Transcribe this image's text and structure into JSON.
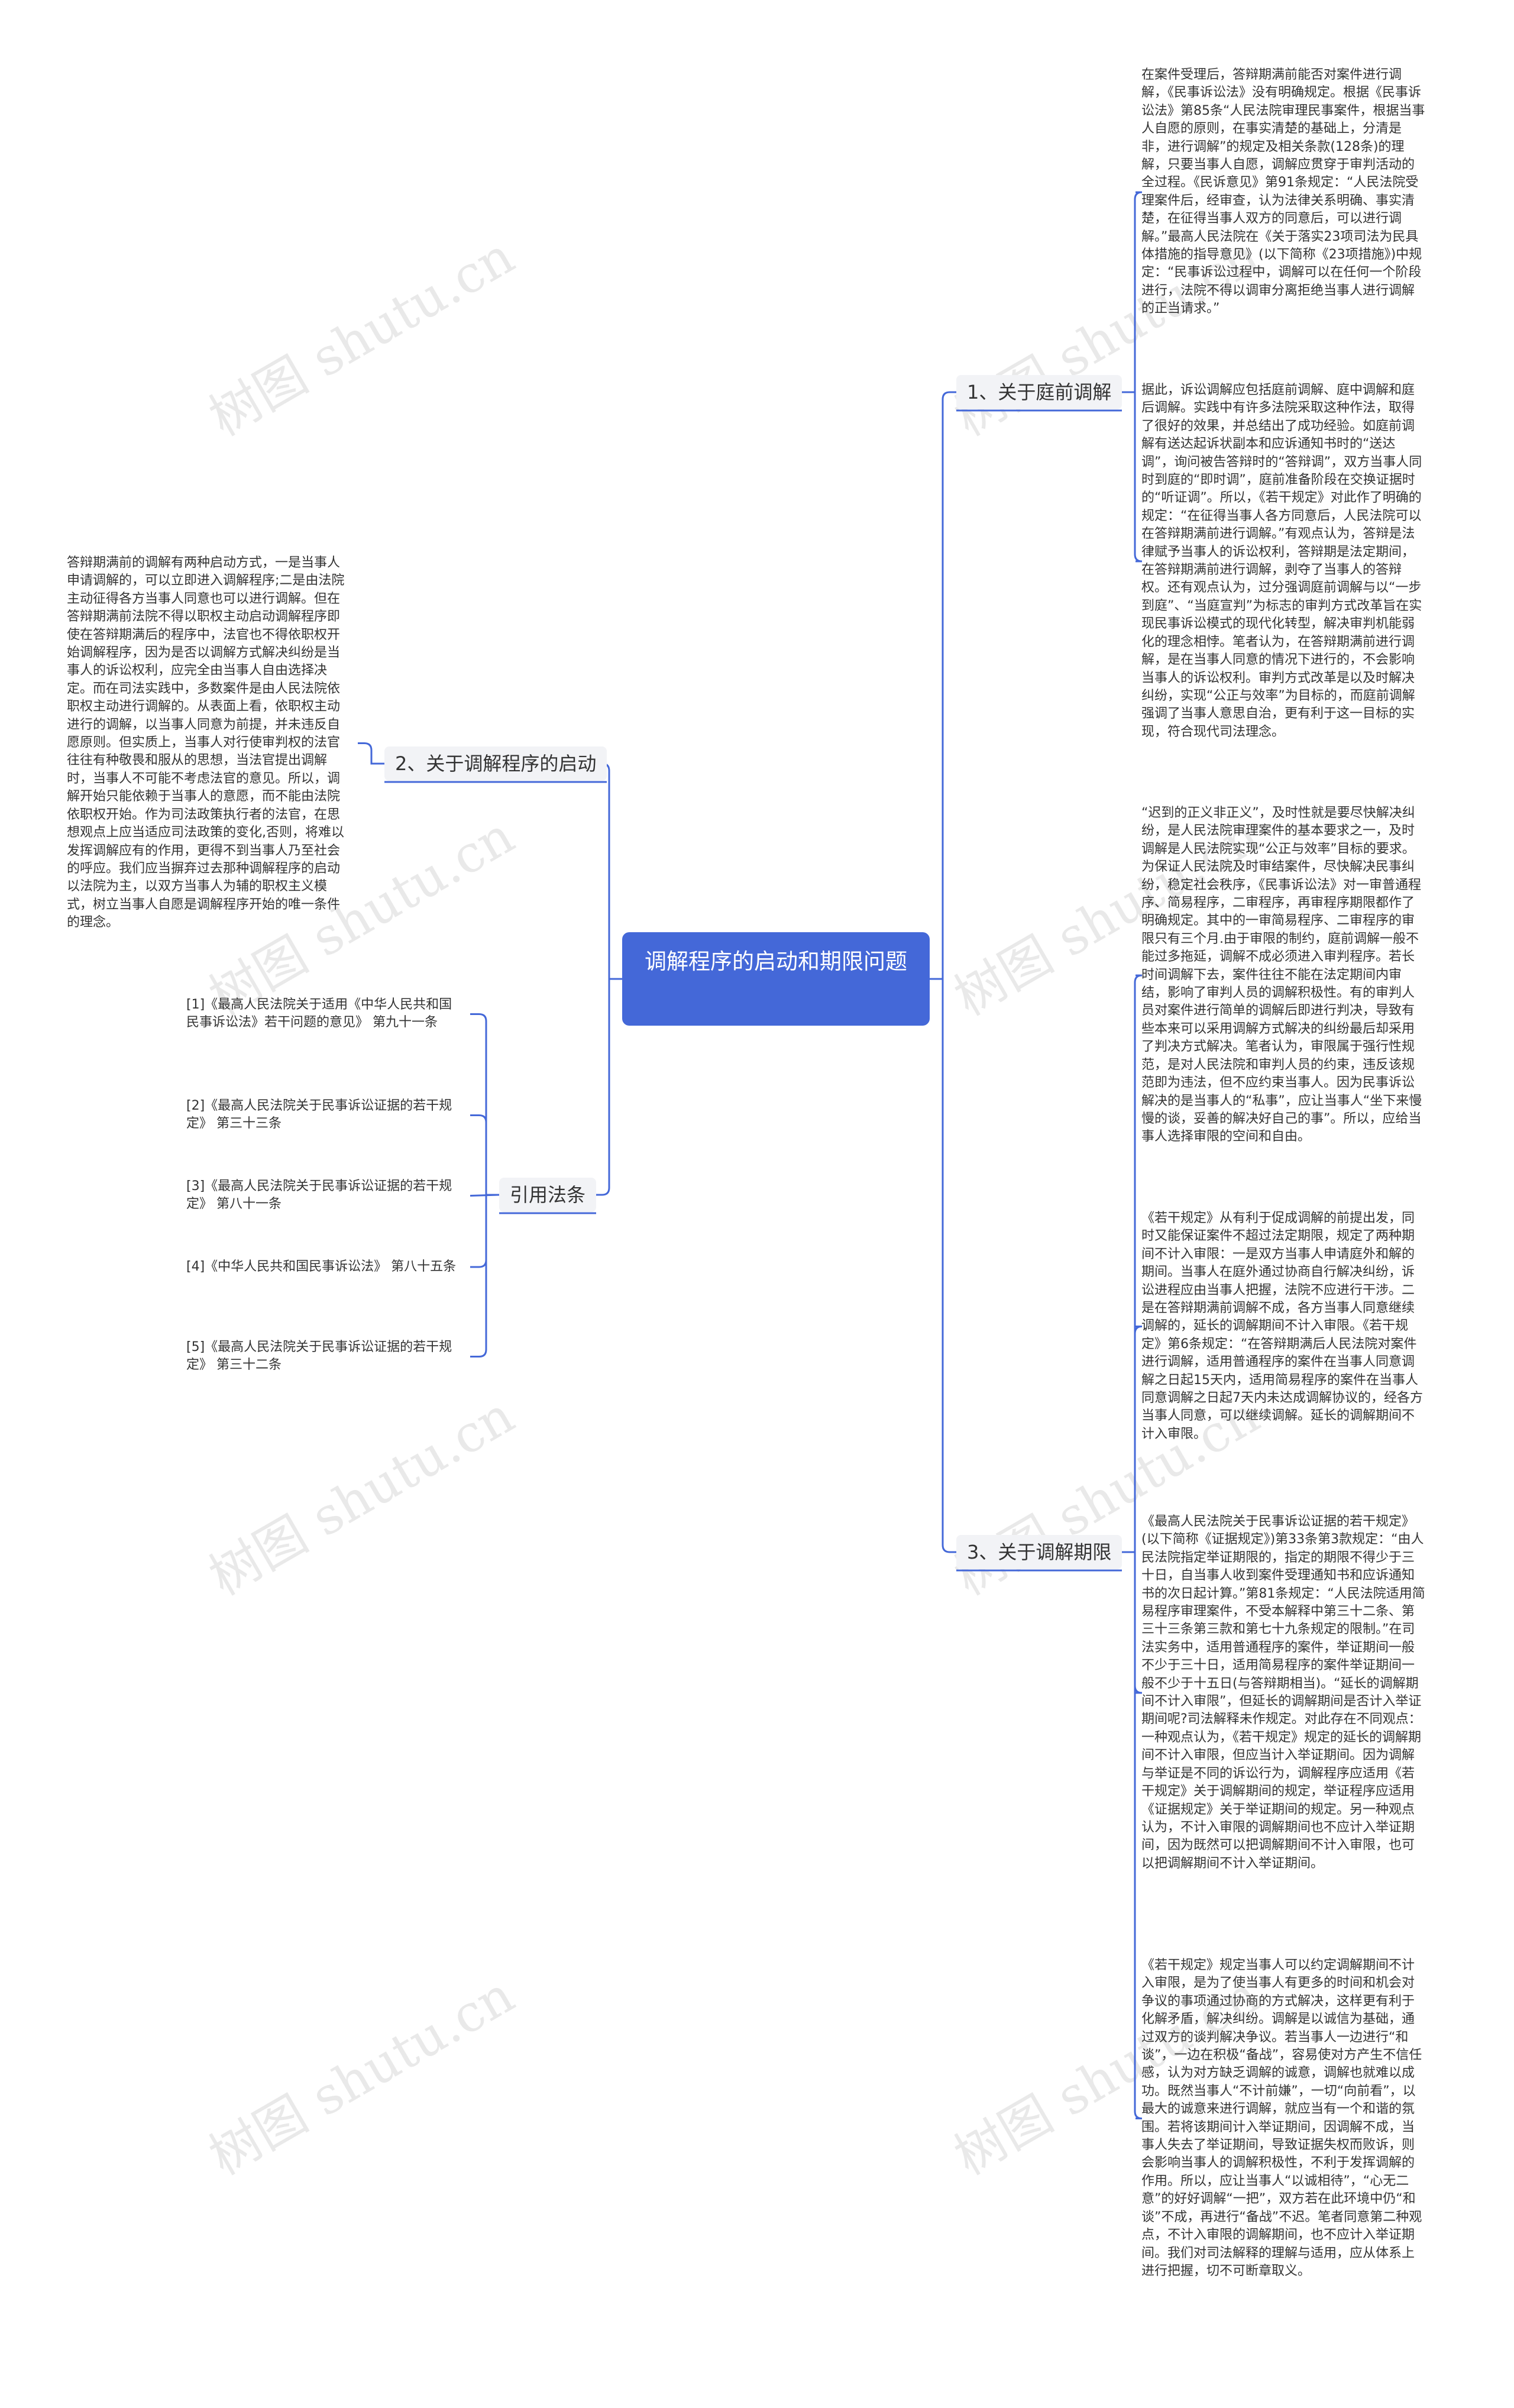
{
  "center": {
    "title": "调解程序的启动和期限问题"
  },
  "branches": {
    "pretrial": {
      "label": "1、关于庭前调解",
      "leaves": [
        "在案件受理后，答辩期满前能否对案件进行调解，《民事诉讼法》没有明确规定。根据《民事诉讼法》第85条“人民法院审理民事案件，根据当事人自愿的原则，在事实清楚的基础上，分清是非，进行调解”的规定及相关条款(128条)的理解，只要当事人自愿，调解应贯穿于审判活动的全过程。《民诉意见》第91条规定：“人民法院受理案件后，经审查，认为法律关系明确、事实清楚，在征得当事人双方的同意后，可以进行调解。”最高人民法院在《关于落实23项司法为民具体措施的指导意见》(以下简称《23项措施》)中规定：“民事诉讼过程中，调解可以在任何一个阶段进行，法院不得以调审分离拒绝当事人进行调解的正当请求。”",
        "据此，诉讼调解应包括庭前调解、庭中调解和庭后调解。实践中有许多法院采取这种作法，取得了很好的效果，并总结出了成功经验。如庭前调解有送达起诉状副本和应诉通知书时的“送达调”，询问被告答辩时的“答辩调”，双方当事人同时到庭的“即时调”，庭前准备阶段在交换证据时的“听证调”。所以，《若干规定》对此作了明确的规定：“在征得当事人各方同意后，人民法院可以在答辩期满前进行调解。”有观点认为，答辩是法律赋予当事人的诉讼权利，答辩期是法定期间，在答辩期满前进行调解，剥夺了当事人的答辩权。还有观点认为，过分强调庭前调解与以“一步到庭”、“当庭宣判”为标志的审判方式改革旨在实现民事诉讼模式的现代化转型，解决审判机能弱化的理念相悖。笔者认为，在答辩期满前进行调解，是在当事人同意的情况下进行的，不会影响当事人的诉讼权利。审判方式改革是以及时解决纠纷，实现“公正与效率”为目标的，而庭前调解强调了当事人意思自治，更有利于这一目标的实现，符合现代司法理念。"
      ]
    },
    "start": {
      "label": "2、关于调解程序的启动",
      "leaves": [
        "答辩期满前的调解有两种启动方式，一是当事人申请调解的，可以立即进入调解程序;二是由法院主动征得各方当事人同意也可以进行调解。但在答辩期满前法院不得以职权主动启动调解程序即使在答辩期满后的程序中，法官也不得依职权开始调解程序，因为是否以调解方式解决纠纷是当事人的诉讼权利，应完全由当事人自由选择决定。而在司法实践中，多数案件是由人民法院依职权主动进行调解的。从表面上看，依职权主动进行的调解，以当事人同意为前提，并未违反自愿原则。但实质上，当事人对行使审判权的法官往往有种敬畏和服从的思想，当法官提出调解时，当事人不可能不考虑法官的意见。所以，调解开始只能依赖于当事人的意愿，而不能由法院依职权开始。作为司法政策执行者的法官，在思想观点上应当适应司法政策的变化,否则，将难以发挥调解应有的作用，更得不到当事人乃至社会的呼应。我们应当摒弃过去那种调解程序的启动以法院为主，以双方当事人为辅的职权主义模式，树立当事人自愿是调解程序开始的唯一条件的理念。"
      ]
    },
    "laws": {
      "label": "引用法条",
      "leaves": [
        "[1]《最高人民法院关于适用《中华人民共和国民事诉讼法》若干问题的意见》 第九十一条",
        "[2]《最高人民法院关于民事诉讼证据的若干规定》 第三十三条",
        "[3]《最高人民法院关于民事诉讼证据的若干规定》 第八十一条",
        "[4]《中华人民共和国民事诉讼法》 第八十五条",
        "[5]《最高人民法院关于民事诉讼证据的若干规定》 第三十二条"
      ]
    },
    "period": {
      "label": "3、关于调解期限",
      "leaves": [
        "“迟到的正义非正义”，及时性就是要尽快解决纠纷，是人民法院审理案件的基本要求之一，及时调解是人民法院实现“公正与效率”目标的要求。为保证人民法院及时审结案件，尽快解决民事纠纷，稳定社会秩序，《民事诉讼法》对一审普通程序、简易程序，二审程序，再审程序期限都作了明确规定。其中的一审简易程序、二审程序的审限只有三个月.由于审限的制约，庭前调解一般不能过多拖延，调解不成必须进入审判程序。若长时间调解下去，案件往往不能在法定期间内审结，影响了审判人员的调解积极性。有的审判人员对案件进行简单的调解后即进行判决，导致有些本来可以采用调解方式解决的纠纷最后却采用了判决方式解决。笔者认为，审限属于强行性规范，是对人民法院和审判人员的约束，违反该规范即为违法，但不应约束当事人。因为民事诉讼解决的是当事人的“私事”，应让当事人“坐下来慢慢的谈，妥善的解决好自己的事”。所以，应给当事人选择审限的空间和自由。",
        "《若干规定》从有利于促成调解的前提出发，同时又能保证案件不超过法定期限，规定了两种期间不计入审限：一是双方当事人申请庭外和解的期间。当事人在庭外通过协商自行解决纠纷，诉讼进程应由当事人把握，法院不应进行干涉。二是在答辩期满前调解不成，各方当事人同意继续调解的，延长的调解期间不计入审限。《若干规定》第6条规定：“在答辩期满后人民法院对案件进行调解，适用普通程序的案件在当事人同意调解之日起15天内，适用简易程序的案件在当事人同意调解之日起7天内未达成调解协议的，经各方当事人同意，可以继续调解。延长的调解期间不计入审限。",
        "《最高人民法院关于民事诉讼证据的若干规定》(以下简称《证据规定》)第33条第3款规定：“由人民法院指定举证期限的，指定的期限不得少于三十日，自当事人收到案件受理通知书和应诉通知书的次日起计算。”第81条规定：“人民法院适用简易程序审理案件，不受本解释中第三十二条、第三十三条第三款和第七十九条规定的限制。”在司法实务中，适用普通程序的案件，举证期间一般不少于三十日，适用简易程序的案件举证期间一般不少于十五日(与答辩期相当)。“延长的调解期间不计入审限”，但延长的调解期间是否计入举证期间呢?司法解释未作规定。对此存在不同观点：一种观点认为，《若干规定》规定的延长的调解期间不计入审限，但应当计入举证期间。因为调解与举证是不同的诉讼行为，调解程序应适用《若干规定》关于调解期间的规定，举证程序应适用《证据规定》关于举证期间的规定。另一种观点认为，不计入审限的调解期间也不应计入举证期间，因为既然可以把调解期间不计入审限，也可以把调解期间不计入举证期间。",
        "《若干规定》规定当事人可以约定调解期间不计入审限，是为了使当事人有更多的时间和机会对争议的事项通过协商的方式解决，这样更有利于化解矛盾，解决纠纷。调解是以诚信为基础，通过双方的谈判解决争议。若当事人一边进行“和谈”，一边在积极“备战”，容易使对方产生不信任感，认为对方缺乏调解的诚意，调解也就难以成功。既然当事人“不计前嫌”，一切“向前看”，以最大的诚意来进行调解，就应当有一个和谐的氛围。若将该期间计入举证期间，因调解不成，当事人失去了举证期间，导致证据失权而败诉，则会影响当事人的调解积极性，不利于发挥调解的作用。所以，应让当事人“以诚相待”，“心无二意”的好好调解“一把”，双方若在此环境中仍“和谈”不成，再进行“备战”不迟。笔者同意第二种观点，不计入审限的调解期间，也不应计入举证期间。我们对司法解释的理解与适用，应从体系上进行把握，切不可断章取义。"
      ]
    }
  },
  "watermark": "树图 shutu.cn",
  "colors": {
    "center": "#4468d8",
    "line": "#4468d8",
    "branch_bg": "#f2f3f6"
  }
}
